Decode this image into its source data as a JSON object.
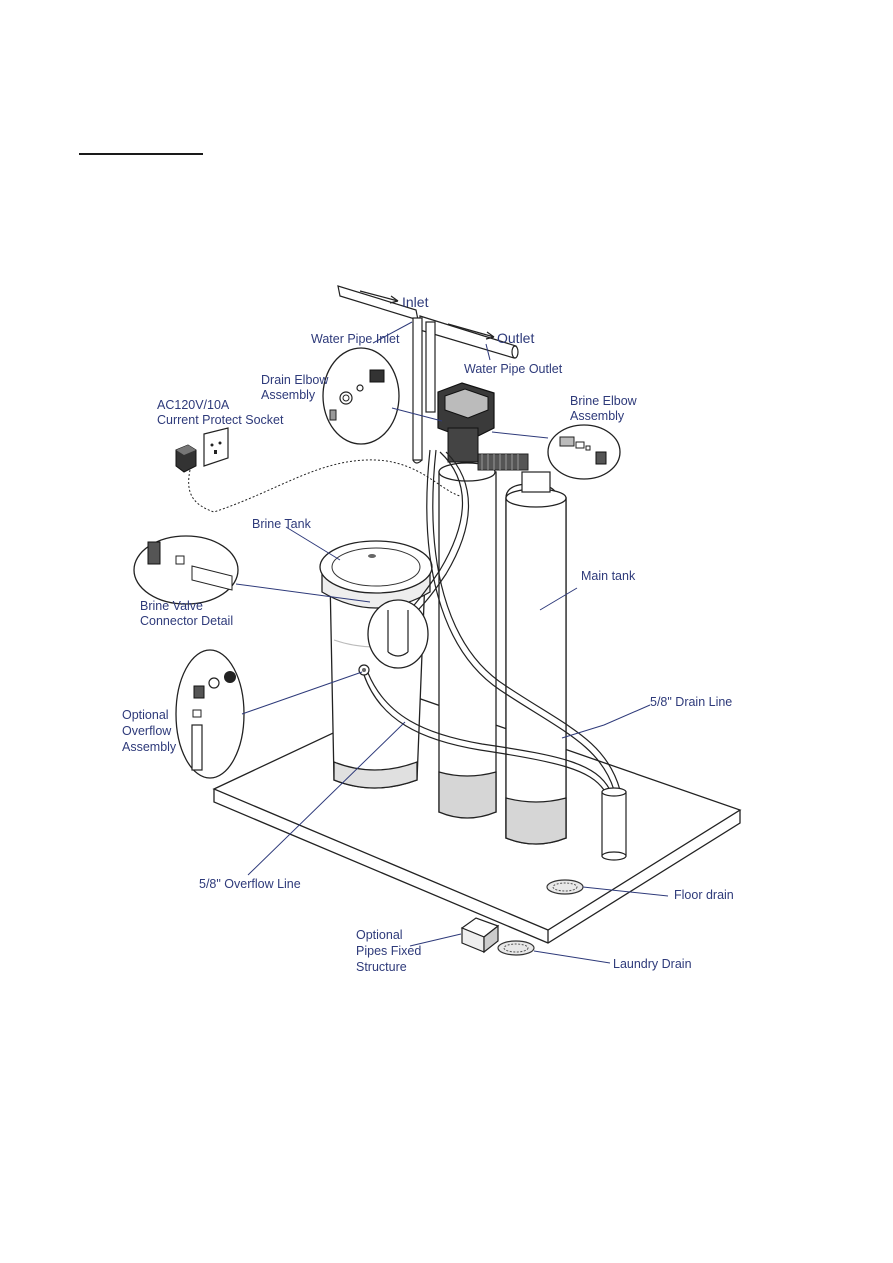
{
  "labels": {
    "inlet": "Inlet",
    "outlet": "Outlet",
    "water_pipe_inlet": "Water Pipe Inlet",
    "water_pipe_outlet": "Water Pipe Outlet",
    "drain_elbow_1": "Drain Elbow",
    "drain_elbow_2": "Assembly",
    "brine_elbow_1": "Brine Elbow",
    "brine_elbow_2": "Assembly",
    "socket_1": "AC120V/10A",
    "socket_2": "Current Protect Socket",
    "brine_tank": "Brine Tank",
    "brine_valve_1": "Brine Valve",
    "brine_valve_2": "Connector Detail",
    "main_tank": "Main tank",
    "drain_line": "5/8\" Drain Line",
    "overflow_1": "Optional",
    "overflow_2": "Overflow",
    "overflow_3": "Assembly",
    "overflow_line": "5/8\" Overflow Line",
    "floor_drain": "Floor drain",
    "pipes_fixed_1": "Optional",
    "pipes_fixed_2": "Pipes Fixed",
    "pipes_fixed_3": "Structure",
    "laundry_drain": "Laundry Drain"
  }
}
